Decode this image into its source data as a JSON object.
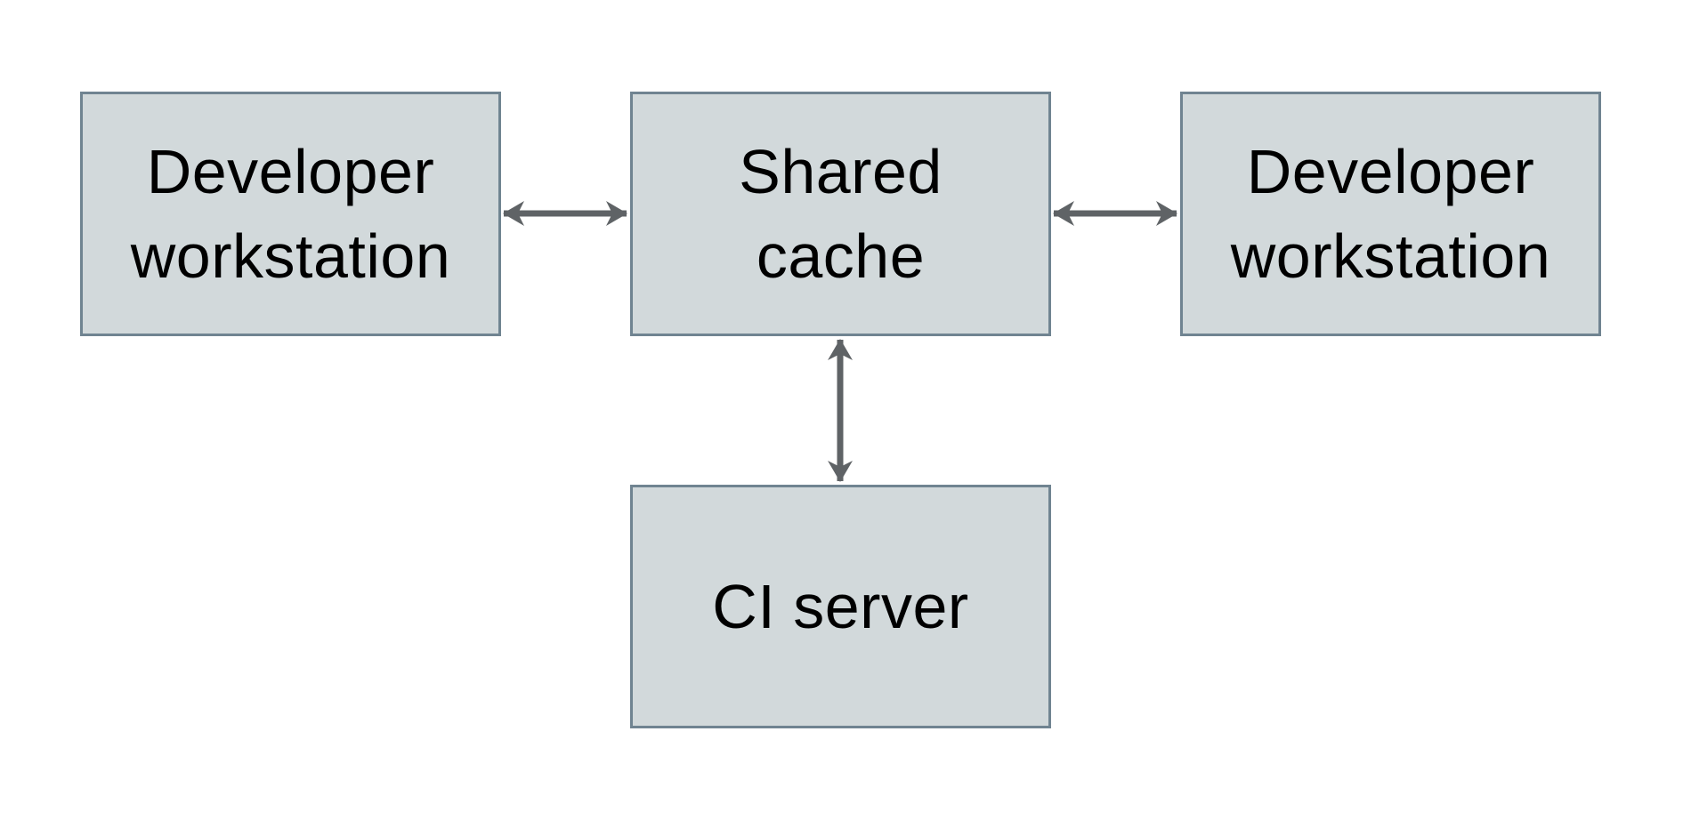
{
  "diagram": {
    "background_color": "#ffffff",
    "box_fill_color": "#d2d9db",
    "box_border_color": "#708491",
    "arrow_color": "#5f6366",
    "text_color": "#000000",
    "nodes": [
      {
        "id": "dev-left",
        "label": "Developer workstation",
        "lines": [
          "Developer",
          "workstation"
        ]
      },
      {
        "id": "shared-cache",
        "label": "Shared cache",
        "lines": [
          "Shared",
          "cache"
        ]
      },
      {
        "id": "dev-right",
        "label": "Developer workstation",
        "lines": [
          "Developer",
          "workstation"
        ]
      },
      {
        "id": "ci-server",
        "label": "CI server",
        "lines": [
          "CI server"
        ]
      }
    ],
    "edges": [
      {
        "from": "dev-left",
        "to": "shared-cache",
        "type": "bidirectional"
      },
      {
        "from": "shared-cache",
        "to": "dev-right",
        "type": "bidirectional"
      },
      {
        "from": "shared-cache",
        "to": "ci-server",
        "type": "bidirectional"
      }
    ]
  }
}
